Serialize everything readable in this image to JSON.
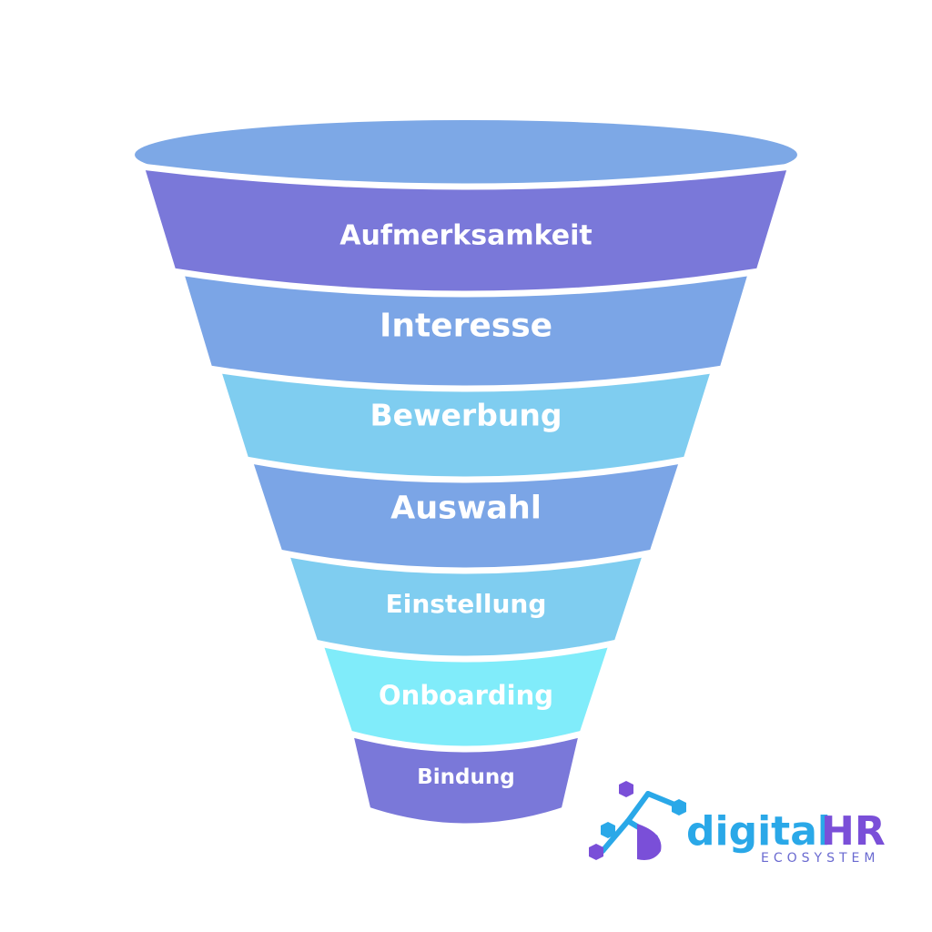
{
  "funnel": {
    "rim_color": "#7da8e6",
    "stages": [
      {
        "label": "Aufmerksamkeit",
        "color": "#7a78d9"
      },
      {
        "label": "Interesse",
        "color": "#7ba5e6"
      },
      {
        "label": "Bewerbung",
        "color": "#7fcdf0"
      },
      {
        "label": "Auswahl",
        "color": "#7ba5e6"
      },
      {
        "label": "Einstellung",
        "color": "#7fcdf0"
      },
      {
        "label": "Onboarding",
        "color": "#80ecfa"
      },
      {
        "label": "Bindung",
        "color": "#7a78d9"
      }
    ]
  },
  "logo": {
    "word_digital": "digital",
    "word_hr": "HR",
    "word_ecosystem": "ECOSYSTEM",
    "color_digital": "#2aa8e8",
    "color_hr": "#7a4fd8",
    "color_ecosystem": "#6a6ad0",
    "icon_name": "hex-molecule-icon"
  }
}
